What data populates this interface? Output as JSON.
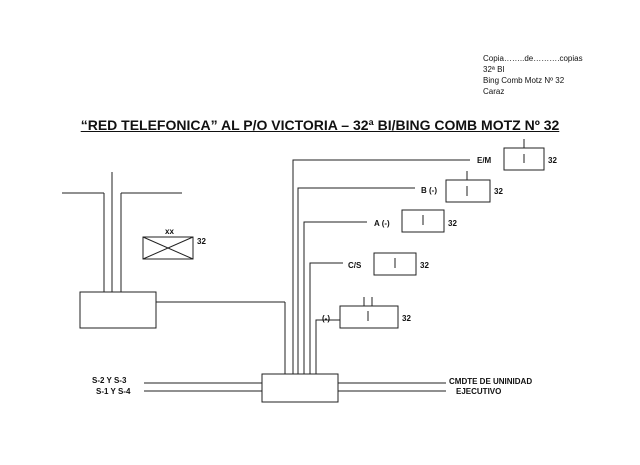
{
  "header": {
    "line1": "Copia……..de……….copias",
    "line2": "32ª  BI",
    "line3": "Bing Comb Motz Nº 32",
    "line4": "Caraz"
  },
  "title": "“RED TELEFONICA” AL P/O VICTORIA – 32ª BI/BING COMB MOTZ Nº 32",
  "stations": [
    {
      "label": "E/M",
      "number": "32"
    },
    {
      "label": "B (-)",
      "number": "32"
    },
    {
      "label": "A (-)",
      "number": "32"
    },
    {
      "label": "C/S",
      "number": "32"
    },
    {
      "label": "(-)",
      "number": "32"
    }
  ],
  "crossed_box": {
    "label": "xx",
    "number": "32"
  },
  "inputs": {
    "line_a": "S-2 Y S-3",
    "line_b": "S-1 Y S-4"
  },
  "outputs": {
    "line_a": "CMDTE DE UNINIDAD",
    "line_b": "EJECUTIVO"
  }
}
